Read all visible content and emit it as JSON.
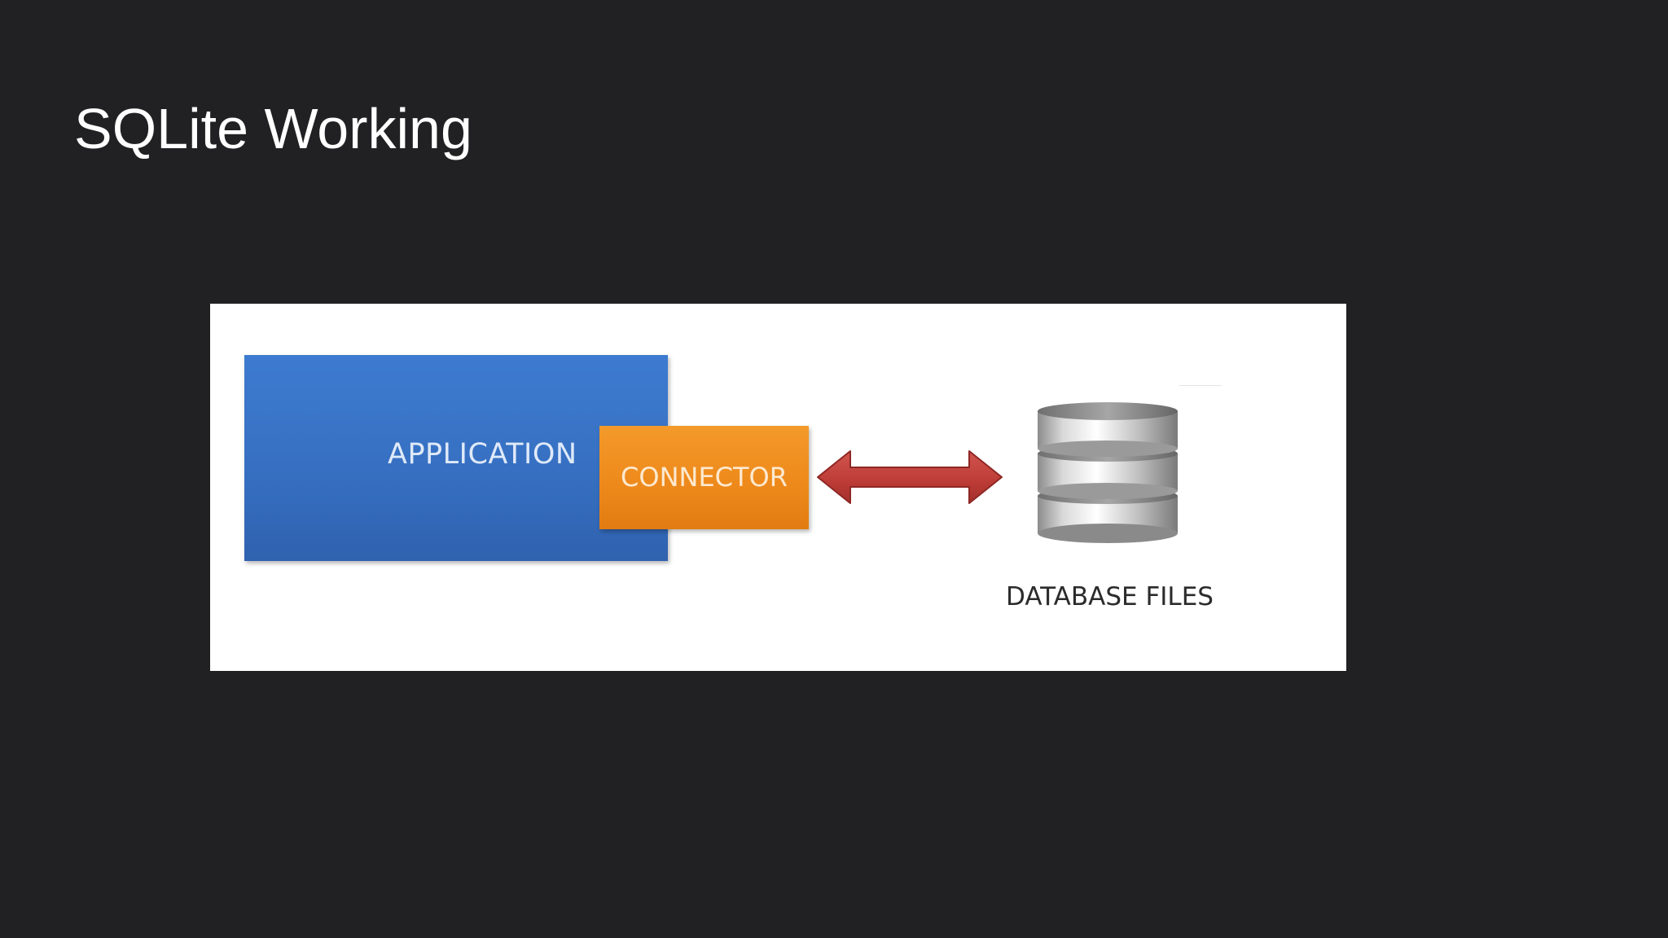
{
  "slide": {
    "title": "SQLite Working"
  },
  "diagram": {
    "application_label": "APPLICATION",
    "connector_label": "CONNECTOR",
    "database_label": "DATABASE FILES",
    "connection": "bidirectional",
    "database_icon": "database-stack-icon"
  },
  "colors": {
    "background": "#212022",
    "title_text": "#ffffff",
    "panel": "#ffffff",
    "application_box": "#3770c2",
    "connector_box": "#ee8a1c",
    "arrow": "#c0413d",
    "database_icon": "#b8b8b8"
  }
}
